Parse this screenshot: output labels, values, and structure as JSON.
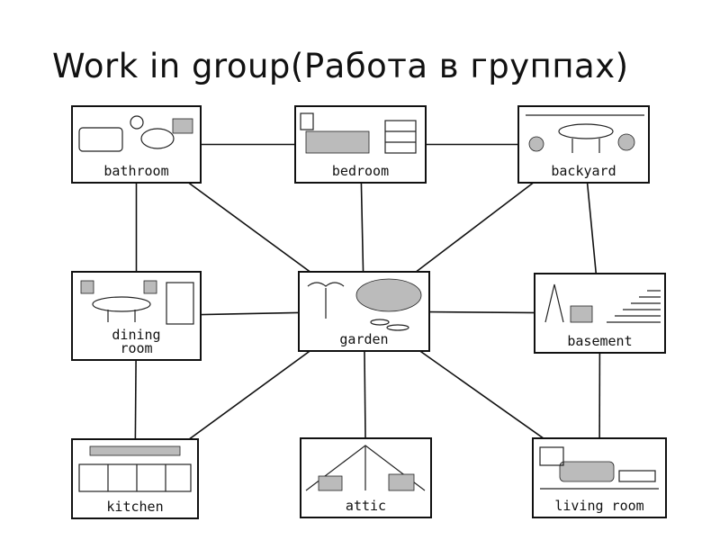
{
  "title": "Work in group(Работа в группах)",
  "rooms": [
    {
      "id": "bathroom",
      "lines": [
        "bathroom"
      ]
    },
    {
      "id": "bedroom",
      "lines": [
        "bedroom"
      ]
    },
    {
      "id": "backyard",
      "lines": [
        "backyard"
      ]
    },
    {
      "id": "dining-room",
      "lines": [
        "dining",
        "room"
      ]
    },
    {
      "id": "garden",
      "lines": [
        "garden"
      ]
    },
    {
      "id": "basement",
      "lines": [
        "basement"
      ]
    },
    {
      "id": "kitchen",
      "lines": [
        "kitchen"
      ]
    },
    {
      "id": "attic",
      "lines": [
        "attic"
      ]
    },
    {
      "id": "living-room",
      "lines": [
        "living room"
      ]
    }
  ],
  "connections": [
    [
      "bathroom",
      "bedroom"
    ],
    [
      "bedroom",
      "backyard"
    ],
    [
      "bathroom",
      "dining-room"
    ],
    [
      "dining-room",
      "kitchen"
    ],
    [
      "backyard",
      "basement"
    ],
    [
      "basement",
      "living-room"
    ],
    [
      "bathroom",
      "garden"
    ],
    [
      "bedroom",
      "garden"
    ],
    [
      "backyard",
      "garden"
    ],
    [
      "dining-room",
      "garden"
    ],
    [
      "garden",
      "basement"
    ],
    [
      "garden",
      "kitchen"
    ],
    [
      "garden",
      "attic"
    ],
    [
      "garden",
      "living-room"
    ]
  ]
}
